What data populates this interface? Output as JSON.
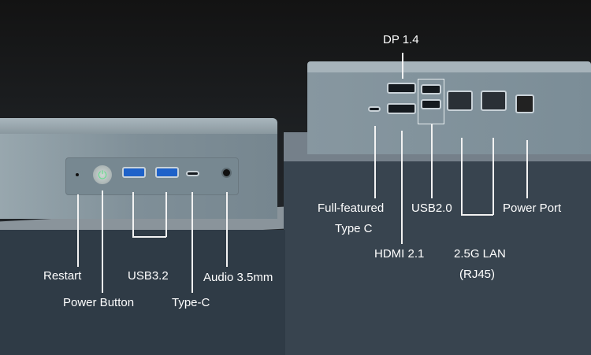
{
  "left_device": {
    "labels": {
      "restart": "Restart",
      "power_button": "Power Button",
      "usb32": "USB3.2",
      "type_c": "Type-C",
      "audio": "Audio 3.5mm"
    }
  },
  "right_device": {
    "labels": {
      "dp": "DP 1.4",
      "type_c_line1": "Full-featured",
      "type_c_line2": "Type C",
      "usb20": "USB2.0",
      "hdmi": "HDMI 2.1",
      "lan_line1": "2.5G LAN",
      "lan_line2": "(RJ45)",
      "power_port": "Power Port"
    }
  },
  "colors": {
    "device_body": "#7f8f98",
    "pedestal_top": "#6d7880",
    "pedestal_front": "#34404b",
    "label": "#ffffff"
  }
}
